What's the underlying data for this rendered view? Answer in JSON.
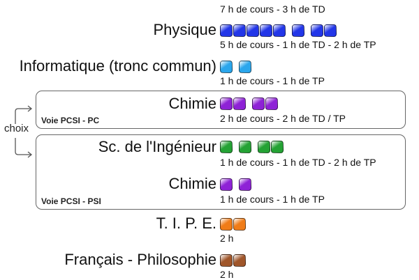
{
  "top_hours": "7 h de cours - 3 h de TD",
  "choix_label": "choix",
  "colors": {
    "physique": "#2236e8",
    "informatique": "#2aa6ec",
    "chimie": "#8e22d6",
    "si": "#24a234",
    "tipe": "#f07c18",
    "francais": "#a0562a"
  },
  "subjects": [
    {
      "key": "physique",
      "label": "Physique",
      "hours": "5 h de cours - 1 h de TD - 2 h de TP",
      "blocks": [
        5,
        1,
        2
      ]
    },
    {
      "key": "informatique",
      "label": "Informatique (tronc commun)",
      "hours": "1 h de cours - 1 h de TP",
      "blocks": [
        1,
        1
      ]
    },
    {
      "key": "chimie",
      "label": "Chimie",
      "hours": "2 h de cours - 2 h de TD / TP",
      "blocks": [
        2,
        2
      ]
    },
    {
      "key": "si",
      "label": "Sc. de l'Ingénieur",
      "hours": "1 h de cours - 1 h de TD - 2 h de TP",
      "blocks": [
        1,
        1,
        2
      ]
    },
    {
      "key": "chimie",
      "label": "Chimie",
      "hours": "1 h de cours - 1 h de TP",
      "blocks": [
        1,
        1
      ]
    },
    {
      "key": "tipe",
      "label": "T. I. P. E.",
      "hours": "2 h",
      "blocks": [
        2
      ]
    },
    {
      "key": "francais",
      "label": "Français - Philosophie",
      "hours": "2 h",
      "blocks": [
        2
      ]
    }
  ],
  "options": [
    {
      "label": "Voie PCSI - PC"
    },
    {
      "label": "Voie PCSI - PSI"
    }
  ]
}
